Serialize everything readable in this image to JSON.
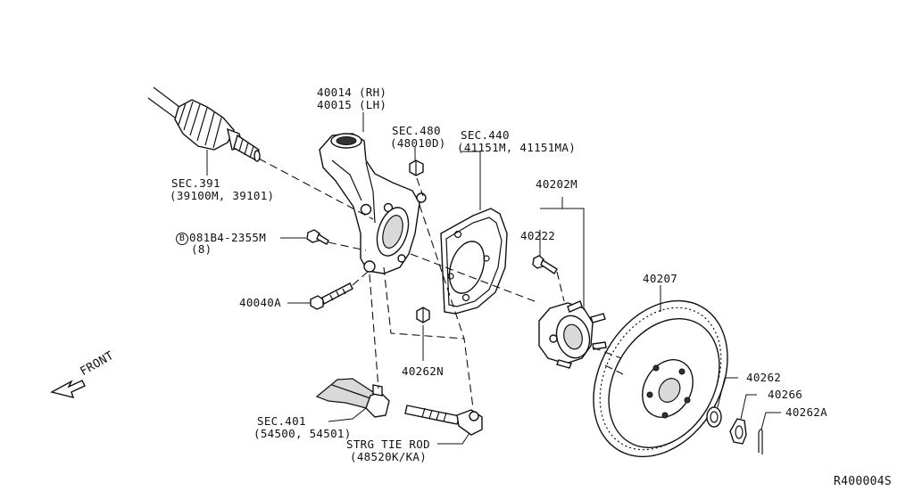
{
  "labels": {
    "knuckle_rh": "40014 (RH)",
    "knuckle_lh": "40015 (LH)",
    "sec480": "SEC.480",
    "sec480_part": "(48010D)",
    "sec440": "SEC.440",
    "sec440_parts": "(41151M, 41151MA)",
    "sec391": "SEC.391",
    "sec391_parts": "(39100M, 39101)",
    "bolt_code": "081B4-2355M",
    "bolt_qty": "(8)",
    "bolt_badge": "B",
    "hub_assy": "40202M",
    "hub_bolt": "40222",
    "rotor": "40207",
    "bolt_40040a": "40040A",
    "nut_40262n": "40262N",
    "nut_40262": "40262",
    "washer_40266": "40266",
    "pin_40262a": "40262A",
    "front": "FRONT",
    "sec401": "SEC.401",
    "sec401_parts": "(54500, 54501)",
    "tie_rod": "STRG TIE ROD",
    "tie_rod_parts": "(48520K/KA)",
    "diagram_id": "R400004S"
  }
}
